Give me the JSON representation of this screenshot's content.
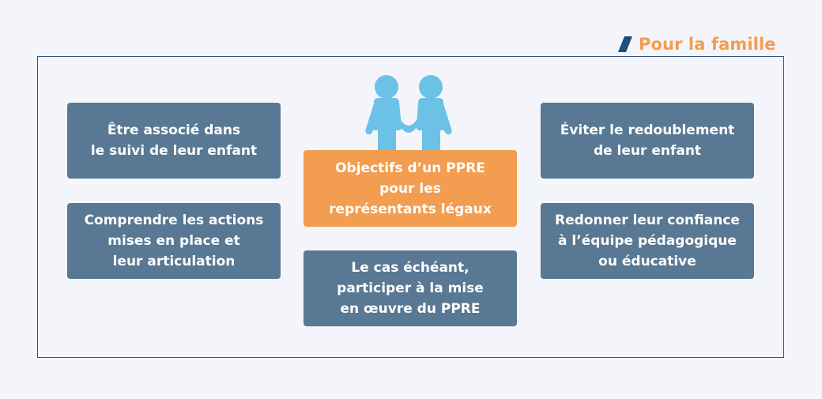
{
  "header": {
    "title": "Pour la famille",
    "accent_color": "#f29d4f",
    "mark_color": "#1f4e79"
  },
  "center": {
    "icon": "two-children-icon",
    "title_line1": "Objectifs d’un PPRE",
    "title_line2": "pour les",
    "title_line3": "représentants légaux"
  },
  "objectives": {
    "top_left": {
      "line1": "Être associé dans",
      "line2": "le suivi de leur enfant"
    },
    "middle_left": {
      "line1": "Comprendre les actions",
      "line2": "mises en place et",
      "line3": "leur articulation"
    },
    "bottom_center": {
      "line1": "Le cas échéant,",
      "line2": "participer à la mise",
      "line3": "en œuvre du PPRE"
    },
    "top_right": {
      "line1": "Éviter le redoublement",
      "line2": "de leur enfant"
    },
    "middle_right": {
      "line1": "Redonner leur confiance",
      "line2": "à l’équipe pédagogique",
      "line3": "ou éducative"
    }
  },
  "colors": {
    "box_blue": "#587893",
    "box_orange": "#f29d4f",
    "figure_blue": "#6cc1e6",
    "frame": "#35547d"
  }
}
